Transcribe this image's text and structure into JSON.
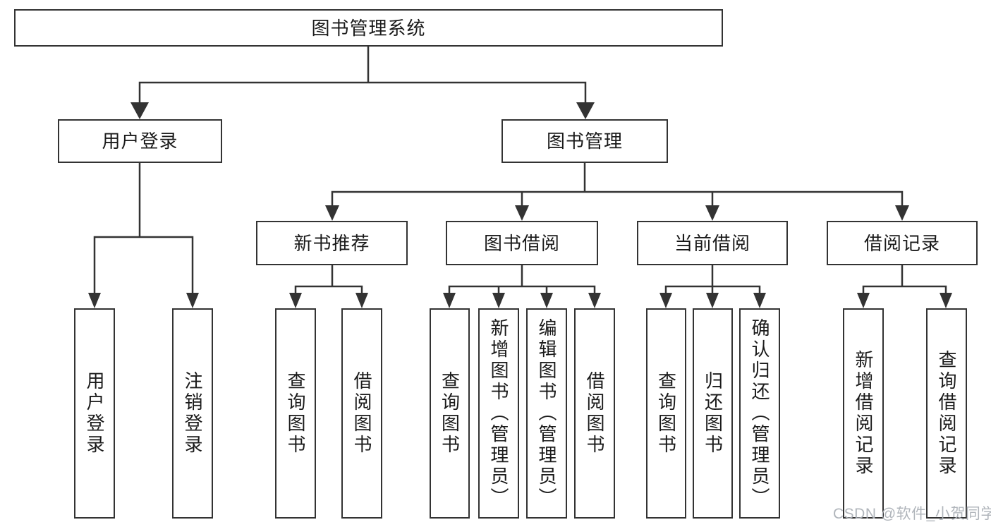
{
  "colors": {
    "line": "#333333",
    "box_border": "#333333",
    "box_fill": "#ffffff",
    "text": "#1a1a1a",
    "watermark": "#acb1b7"
  },
  "tree": {
    "root": {
      "label": "图书管理系统"
    },
    "branches": [
      {
        "label": "用户登录",
        "children": [
          {
            "label": "用户登录"
          },
          {
            "label": "注销登录"
          }
        ]
      },
      {
        "label": "图书管理",
        "groups": [
          {
            "label": "新书推荐",
            "children": [
              {
                "label": "查询图书"
              },
              {
                "label": "借阅图书"
              }
            ]
          },
          {
            "label": "图书借阅",
            "children": [
              {
                "label": "查询图书"
              },
              {
                "label": "新增图书（管理员）"
              },
              {
                "label": "编辑图书（管理员）"
              },
              {
                "label": "借阅图书"
              }
            ]
          },
          {
            "label": "当前借阅",
            "children": [
              {
                "label": "查询图书"
              },
              {
                "label": "归还图书"
              },
              {
                "label": "确认归还（管理员）"
              }
            ]
          },
          {
            "label": "借阅记录",
            "children": [
              {
                "label": "新增借阅记录"
              },
              {
                "label": "查询借阅记录"
              }
            ]
          }
        ]
      }
    ]
  },
  "watermark": {
    "text": "CSDN @软件_小贺同学"
  }
}
